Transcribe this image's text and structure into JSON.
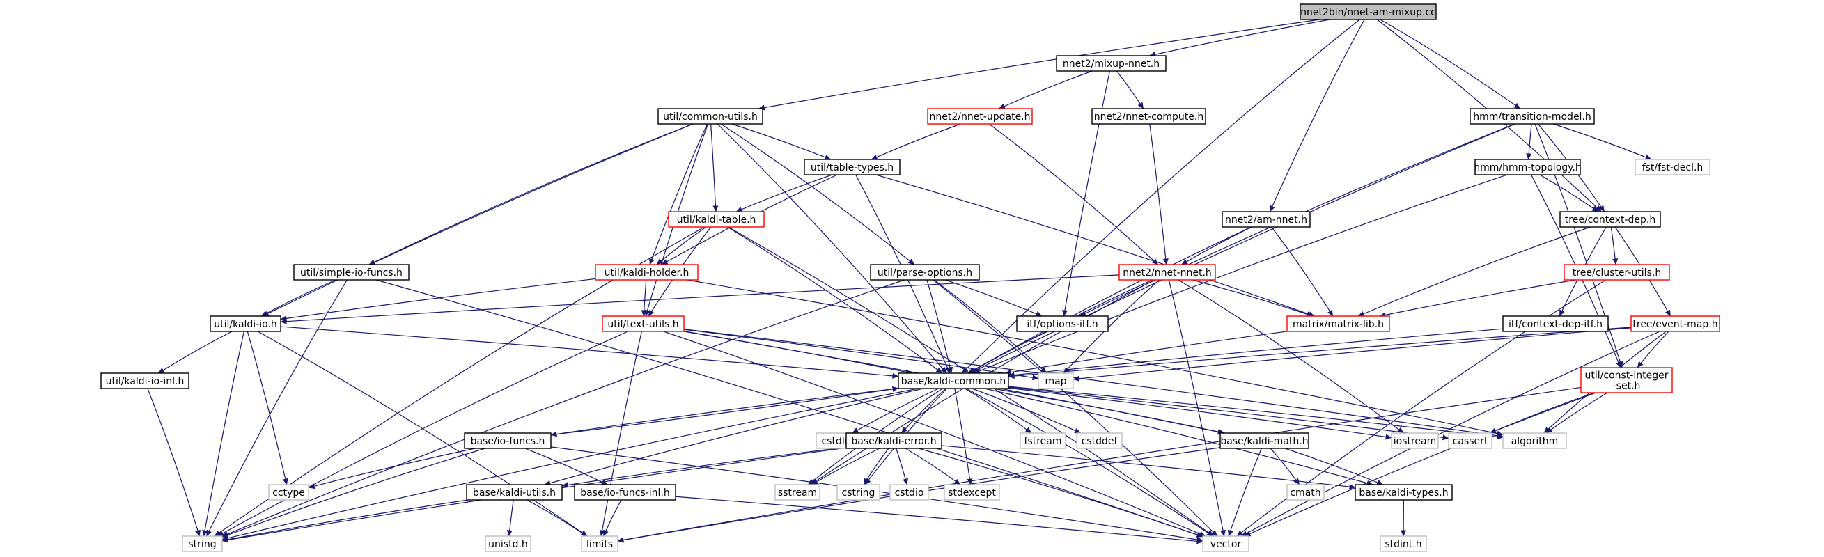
{
  "colors": {
    "edge": "#191970",
    "border_normal": "#000000",
    "border_link": "#ff0000",
    "border_external": "#bfbfbf",
    "root_fill": "#bfbfbf",
    "node_fill": "#ffffff"
  },
  "nodes": {
    "root": {
      "label": "nnet2bin/nnet-am-mixup.cc",
      "kind": "root"
    },
    "mixup": {
      "label": "nnet2/mixup-nnet.h",
      "kind": "normal"
    },
    "common_utils": {
      "label": "util/common-utils.h",
      "kind": "normal"
    },
    "nnet_update": {
      "label": "nnet2/nnet-update.h",
      "kind": "link"
    },
    "nnet_compute": {
      "label": "nnet2/nnet-compute.h",
      "kind": "normal"
    },
    "transition": {
      "label": "hmm/transition-model.h",
      "kind": "normal"
    },
    "table_types": {
      "label": "util/table-types.h",
      "kind": "normal"
    },
    "hmm_topology": {
      "label": "hmm/hmm-topology.h",
      "kind": "normal"
    },
    "fst_decl": {
      "label": "fst/fst-decl.h",
      "kind": "external"
    },
    "kaldi_table": {
      "label": "util/kaldi-table.h",
      "kind": "link"
    },
    "am_nnet": {
      "label": "nnet2/am-nnet.h",
      "kind": "normal"
    },
    "context_dep": {
      "label": "tree/context-dep.h",
      "kind": "normal"
    },
    "simple_io": {
      "label": "util/simple-io-funcs.h",
      "kind": "normal"
    },
    "kaldi_holder": {
      "label": "util/kaldi-holder.h",
      "kind": "link"
    },
    "parse_options": {
      "label": "util/parse-options.h",
      "kind": "normal"
    },
    "nnet_nnet": {
      "label": "nnet2/nnet-nnet.h",
      "kind": "link"
    },
    "cluster_utils": {
      "label": "tree/cluster-utils.h",
      "kind": "link"
    },
    "kaldi_io": {
      "label": "util/kaldi-io.h",
      "kind": "normal"
    },
    "text_utils": {
      "label": "util/text-utils.h",
      "kind": "link"
    },
    "options_itf": {
      "label": "itf/options-itf.h",
      "kind": "normal"
    },
    "matrix_lib": {
      "label": "matrix/matrix-lib.h",
      "kind": "link"
    },
    "context_dep_itf": {
      "label": "itf/context-dep-itf.h",
      "kind": "normal"
    },
    "event_map": {
      "label": "tree/event-map.h",
      "kind": "link"
    },
    "kaldi_io_inl": {
      "label": "util/kaldi-io-inl.h",
      "kind": "normal"
    },
    "map": {
      "label": "map",
      "kind": "external"
    },
    "kaldi_common": {
      "label": "base/kaldi-common.h",
      "kind": "normal"
    },
    "const_int_set": {
      "label": [
        "util/const-integer",
        "-set.h"
      ],
      "kind": "link"
    },
    "io_funcs": {
      "label": "base/io-funcs.h",
      "kind": "normal"
    },
    "cstdlib": {
      "label": "cstdlib",
      "kind": "external"
    },
    "kaldi_error": {
      "label": "base/kaldi-error.h",
      "kind": "normal"
    },
    "fstream": {
      "label": "fstream",
      "kind": "external"
    },
    "cstddef": {
      "label": "cstddef",
      "kind": "external"
    },
    "kaldi_math": {
      "label": "base/kaldi-math.h",
      "kind": "normal"
    },
    "iostream": {
      "label": "iostream",
      "kind": "external"
    },
    "cassert": {
      "label": "cassert",
      "kind": "external"
    },
    "algorithm": {
      "label": "algorithm",
      "kind": "external"
    },
    "cctype": {
      "label": "cctype",
      "kind": "external"
    },
    "kaldi_utils": {
      "label": "base/kaldi-utils.h",
      "kind": "normal"
    },
    "io_funcs_inl": {
      "label": "base/io-funcs-inl.h",
      "kind": "normal"
    },
    "sstream": {
      "label": "sstream",
      "kind": "external"
    },
    "cstring": {
      "label": "cstring",
      "kind": "external"
    },
    "cstdio": {
      "label": "cstdio",
      "kind": "external"
    },
    "stdexcept": {
      "label": "stdexcept",
      "kind": "external"
    },
    "cmath": {
      "label": "cmath",
      "kind": "external"
    },
    "kaldi_types": {
      "label": "base/kaldi-types.h",
      "kind": "normal"
    },
    "string": {
      "label": "string",
      "kind": "external"
    },
    "unistd": {
      "label": "unistd.h",
      "kind": "external"
    },
    "limits": {
      "label": "limits",
      "kind": "external"
    },
    "vector": {
      "label": "vector",
      "kind": "external"
    },
    "stdint": {
      "label": "stdint.h",
      "kind": "external"
    }
  },
  "edges": [
    [
      "root",
      "mixup"
    ],
    [
      "root",
      "common_utils"
    ],
    [
      "root",
      "am_nnet"
    ],
    [
      "root",
      "transition"
    ],
    [
      "root",
      "context_dep"
    ],
    [
      "root",
      "kaldi_common"
    ],
    [
      "mixup",
      "nnet_update"
    ],
    [
      "mixup",
      "nnet_compute"
    ],
    [
      "mixup",
      "options_itf"
    ],
    [
      "common_utils",
      "table_types"
    ],
    [
      "common_utils",
      "kaldi_table"
    ],
    [
      "common_utils",
      "kaldi_holder"
    ],
    [
      "common_utils",
      "simple_io"
    ],
    [
      "common_utils",
      "parse_options"
    ],
    [
      "common_utils",
      "kaldi_io"
    ],
    [
      "common_utils",
      "text_utils"
    ],
    [
      "common_utils",
      "kaldi_common"
    ],
    [
      "nnet_update",
      "table_types"
    ],
    [
      "nnet_update",
      "nnet_nnet"
    ],
    [
      "nnet_compute",
      "nnet_nnet"
    ],
    [
      "transition",
      "hmm_topology"
    ],
    [
      "transition",
      "fst_decl"
    ],
    [
      "transition",
      "context_dep"
    ],
    [
      "transition",
      "options_itf"
    ],
    [
      "transition",
      "kaldi_common"
    ],
    [
      "transition",
      "const_int_set"
    ],
    [
      "table_types",
      "kaldi_table"
    ],
    [
      "table_types",
      "kaldi_holder"
    ],
    [
      "table_types",
      "matrix_lib"
    ],
    [
      "table_types",
      "kaldi_common"
    ],
    [
      "hmm_topology",
      "context_dep"
    ],
    [
      "hmm_topology",
      "kaldi_common"
    ],
    [
      "hmm_topology",
      "const_int_set"
    ],
    [
      "kaldi_table",
      "kaldi_holder"
    ],
    [
      "kaldi_table",
      "text_utils"
    ],
    [
      "kaldi_table",
      "string"
    ],
    [
      "kaldi_table",
      "kaldi_common"
    ],
    [
      "kaldi_table",
      "vector"
    ],
    [
      "am_nnet",
      "nnet_nnet"
    ],
    [
      "am_nnet",
      "matrix_lib"
    ],
    [
      "am_nnet",
      "kaldi_common"
    ],
    [
      "context_dep",
      "cluster_utils"
    ],
    [
      "context_dep",
      "event_map"
    ],
    [
      "context_dep",
      "context_dep_itf"
    ],
    [
      "context_dep",
      "matrix_lib"
    ],
    [
      "simple_io",
      "kaldi_io"
    ],
    [
      "simple_io",
      "string"
    ],
    [
      "simple_io",
      "vector"
    ],
    [
      "kaldi_holder",
      "kaldi_io"
    ],
    [
      "kaldi_holder",
      "text_utils"
    ],
    [
      "kaldi_holder",
      "algorithm"
    ],
    [
      "parse_options",
      "options_itf"
    ],
    [
      "parse_options",
      "kaldi_common"
    ],
    [
      "parse_options",
      "map"
    ],
    [
      "parse_options",
      "string"
    ],
    [
      "parse_options",
      "vector"
    ],
    [
      "nnet_nnet",
      "kaldi_io"
    ],
    [
      "nnet_nnet",
      "matrix_lib"
    ],
    [
      "nnet_nnet",
      "kaldi_common"
    ],
    [
      "nnet_nnet",
      "map"
    ],
    [
      "nnet_nnet",
      "iostream"
    ],
    [
      "nnet_nnet",
      "sstream"
    ],
    [
      "nnet_nnet",
      "vector"
    ],
    [
      "cluster_utils",
      "matrix_lib"
    ],
    [
      "cluster_utils",
      "vector"
    ],
    [
      "kaldi_io",
      "kaldi_io_inl"
    ],
    [
      "kaldi_io",
      "kaldi_common"
    ],
    [
      "kaldi_io",
      "cctype"
    ],
    [
      "kaldi_io",
      "string"
    ],
    [
      "kaldi_io",
      "limits"
    ],
    [
      "text_utils",
      "kaldi_common"
    ],
    [
      "text_utils",
      "map"
    ],
    [
      "text_utils",
      "algorithm"
    ],
    [
      "text_utils",
      "string"
    ],
    [
      "text_utils",
      "limits"
    ],
    [
      "text_utils",
      "vector"
    ],
    [
      "text_utils",
      "kaldi_math"
    ],
    [
      "options_itf",
      "kaldi_common"
    ],
    [
      "matrix_lib",
      "kaldi_common"
    ],
    [
      "context_dep_itf",
      "kaldi_common"
    ],
    [
      "event_map",
      "kaldi_common"
    ],
    [
      "event_map",
      "const_int_set"
    ],
    [
      "event_map",
      "map"
    ],
    [
      "event_map",
      "algorithm"
    ],
    [
      "event_map",
      "vector"
    ],
    [
      "kaldi_io_inl",
      "string"
    ],
    [
      "kaldi_common",
      "io_funcs"
    ],
    [
      "kaldi_common",
      "cstdlib"
    ],
    [
      "kaldi_common",
      "kaldi_error"
    ],
    [
      "kaldi_common",
      "fstream"
    ],
    [
      "kaldi_common",
      "cstddef"
    ],
    [
      "kaldi_common",
      "kaldi_math"
    ],
    [
      "kaldi_common",
      "iostream"
    ],
    [
      "kaldi_common",
      "cassert"
    ],
    [
      "kaldi_common",
      "algorithm"
    ],
    [
      "kaldi_common",
      "kaldi_utils"
    ],
    [
      "kaldi_common",
      "sstream"
    ],
    [
      "kaldi_common",
      "cstring"
    ],
    [
      "kaldi_common",
      "stdexcept"
    ],
    [
      "kaldi_common",
      "kaldi_types"
    ],
    [
      "kaldi_common",
      "string"
    ],
    [
      "kaldi_common",
      "vector"
    ],
    [
      "const_int_set",
      "cassert"
    ],
    [
      "const_int_set",
      "algorithm"
    ],
    [
      "const_int_set",
      "limits"
    ],
    [
      "const_int_set",
      "vector"
    ],
    [
      "io_funcs",
      "kaldi_common"
    ],
    [
      "io_funcs",
      "io_funcs_inl"
    ],
    [
      "io_funcs",
      "cctype"
    ],
    [
      "io_funcs",
      "string"
    ],
    [
      "io_funcs",
      "vector"
    ],
    [
      "kaldi_error",
      "kaldi_types"
    ],
    [
      "kaldi_error",
      "kaldi_utils"
    ],
    [
      "kaldi_error",
      "sstream"
    ],
    [
      "kaldi_error",
      "cstring"
    ],
    [
      "kaldi_error",
      "cstdio"
    ],
    [
      "kaldi_error",
      "stdexcept"
    ],
    [
      "kaldi_error",
      "string"
    ],
    [
      "kaldi_error",
      "vector"
    ],
    [
      "kaldi_math",
      "kaldi_types"
    ],
    [
      "kaldi_math",
      "cmath"
    ],
    [
      "kaldi_math",
      "limits"
    ],
    [
      "kaldi_math",
      "vector"
    ],
    [
      "kaldi_utils",
      "unistd"
    ],
    [
      "kaldi_utils",
      "limits"
    ],
    [
      "kaldi_utils",
      "string"
    ],
    [
      "io_funcs_inl",
      "limits"
    ],
    [
      "io_funcs_inl",
      "vector"
    ],
    [
      "kaldi_types",
      "stdint"
    ]
  ]
}
